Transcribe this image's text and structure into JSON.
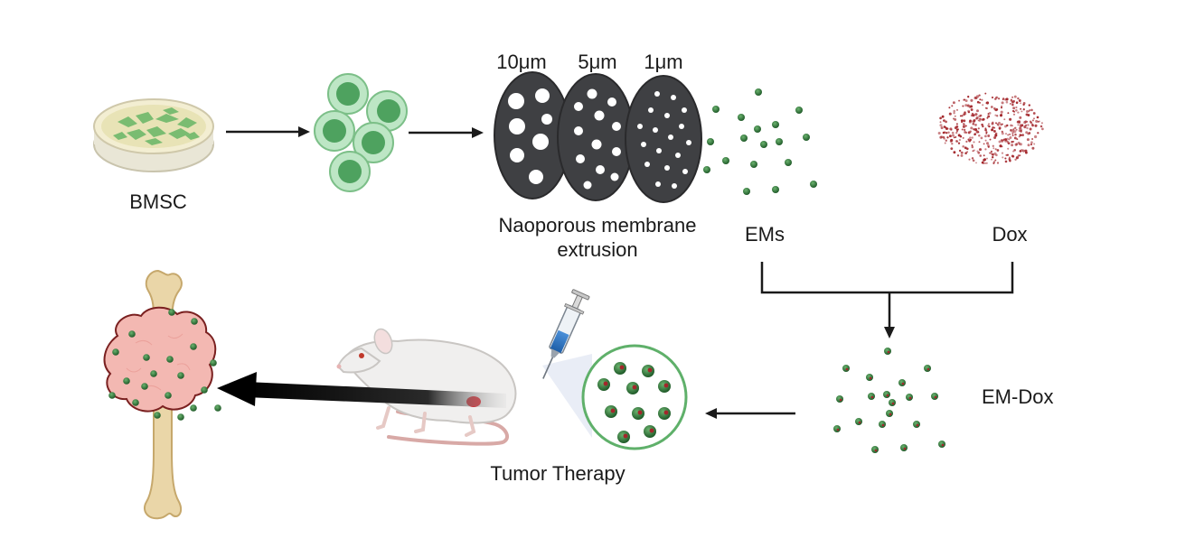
{
  "labels": {
    "bmsc": "BMSC",
    "filter_10": "10μm",
    "filter_5": "5μm",
    "filter_1": "1μm",
    "extrusion_line1": "Naoporous membrane",
    "extrusion_line2": "extrusion",
    "ems": "EMs",
    "dox": "Dox",
    "em_dox": "EM-Dox",
    "tumor_therapy": "Tumor Therapy"
  },
  "colors": {
    "membrane": "#3f4043",
    "em_particle": "#2f7d3a",
    "dox_particle": "#a3262b",
    "cell_fill": "#a9dcb3",
    "tumor": "#f3b8b2",
    "bone": "#ead6a8",
    "arrow": "#1a1a1a"
  }
}
